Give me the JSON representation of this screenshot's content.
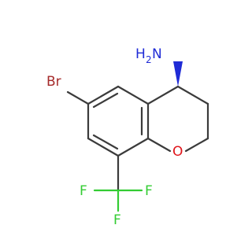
{
  "molecule": {
    "atom_labels": {
      "amine_N": "N",
      "amine_H": "H",
      "amine_H_count": "2",
      "bromine": "Br",
      "ring_oxygen": "O",
      "fluorine_1": "F",
      "fluorine_2": "F",
      "fluorine_3": "F"
    },
    "colors": {
      "carbon_bond": "#3b3b3b",
      "nitrogen": "#1f2bd6",
      "oxygen": "#e0141a",
      "bromine": "#a52a2a",
      "fluorine": "#33cc33",
      "background": "#ffffff"
    },
    "stereo": "wedge-bond-to-amine"
  }
}
